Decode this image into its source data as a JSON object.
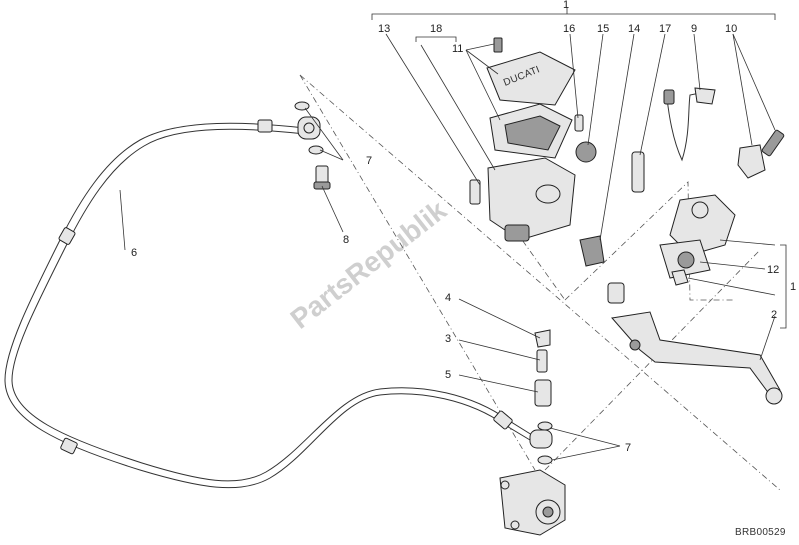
{
  "diagram": {
    "callouts": {
      "c1_top": "1",
      "c1_right": "1",
      "c2": "2",
      "c3": "3",
      "c4": "4",
      "c5": "5",
      "c6": "6",
      "c7a": "7",
      "c7b": "7",
      "c8": "8",
      "c9": "9",
      "c10": "10",
      "c11": "11",
      "c12": "12",
      "c13": "13",
      "c14": "14",
      "c15": "15",
      "c16": "16",
      "c17": "17",
      "c18": "18"
    },
    "watermark": "PartsRepublik",
    "drawing_code": "BRB00529",
    "reservoir_logo": "DUCATI"
  }
}
